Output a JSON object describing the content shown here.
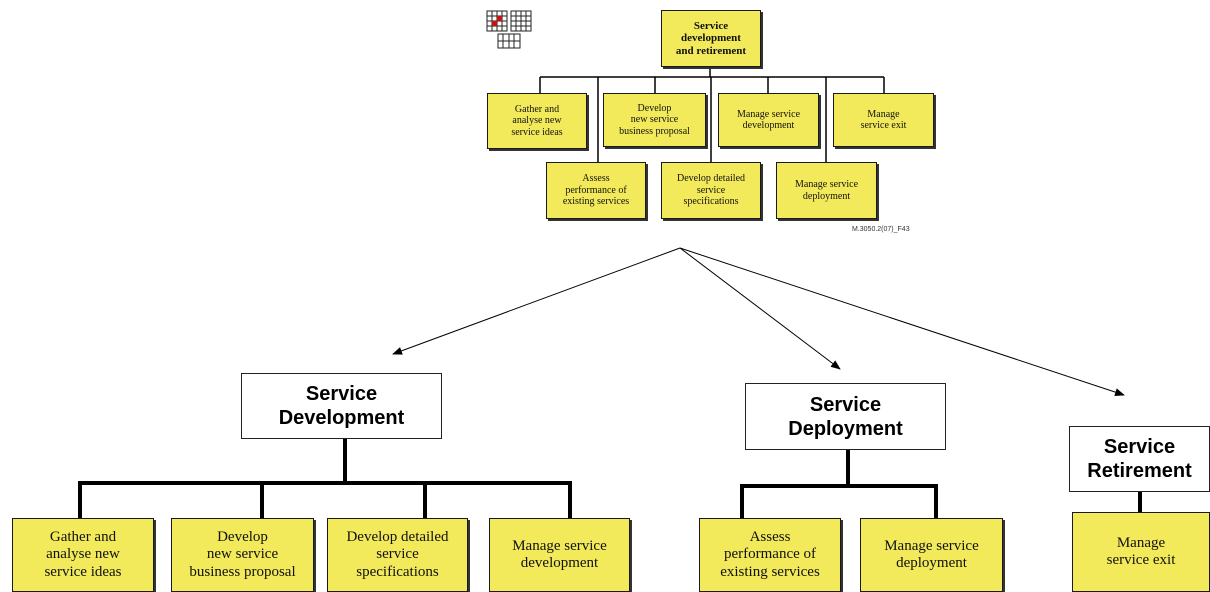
{
  "overview": {
    "root": "Service\ndevelopment\nand retirement",
    "row1": [
      "Gather and\nanalyse new\nservice ideas",
      "Develop\nnew service\nbusiness proposal",
      "Manage service\ndevelopment",
      "Manage\nservice exit"
    ],
    "row2": [
      "Assess\nperformance of\nexisting services",
      "Develop detailed\nservice\nspecifications",
      "Manage service\ndeployment"
    ],
    "figure_ref": "M.3050.2(07)_F43"
  },
  "groups": [
    {
      "title": "Service\nDevelopment",
      "items": [
        "Gather and\nanalyse new\nservice ideas",
        "Develop\nnew service\nbusiness proposal",
        "Develop detailed\nservice\nspecifications",
        "Manage service\ndevelopment"
      ]
    },
    {
      "title": "Service\nDeployment",
      "items": [
        "Assess\nperformance of\nexisting services",
        "Manage service\ndeployment"
      ]
    },
    {
      "title": "Service\nRetirement",
      "items": [
        "Manage\nservice exit"
      ]
    }
  ],
  "colors": {
    "box_fill": "#f2ea5a",
    "box_border": "#1a1a1a",
    "icon_red": "#cc1111"
  }
}
